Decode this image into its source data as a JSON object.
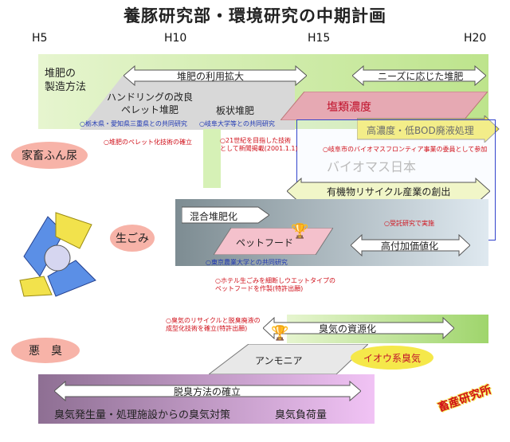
{
  "title": "養豚研究部・環境研究の中期計画",
  "timeline": [
    "H5",
    "H10",
    "H15",
    "H20"
  ],
  "categories": {
    "manure": "家畜ふん尿",
    "garbage": "生ごみ",
    "odor": "悪　臭"
  },
  "manure": {
    "method_label": "堆肥の\n製造方法",
    "arrow1": "堆肥の利用拡大",
    "arrow2": "ニーズに応じた堆肥",
    "pellet": "ハンドリングの改良\nペレット堆肥",
    "board": "板状堆肥",
    "collab1": "○栃木県・愛知県三重県との共同研究",
    "collab2": "○岐阜大学等との共同研究",
    "salt": "塩類濃度",
    "bod": "高濃度・低BOD廃液処理",
    "note1": "○堆肥のペレット化技術の確立",
    "note2": "○21世紀を目指した技術\nとして新聞掲載(2001.1.1)",
    "note3": "○岐阜市のバイオマスフロンティア事業の委員として参加",
    "biomass": "バイオマス日本",
    "recycle": "有機物リサイクル産業の創出"
  },
  "garbage": {
    "mixed": "混合堆肥化",
    "petfood": "ペットフード",
    "collab": "○東京農業大学との共同研究",
    "contract": "○受託研究で実施",
    "value": "高付加価値化",
    "note": "○ホテル生ごみを細断しウエットタイプの\nペットフードを作製(特許出願)"
  },
  "odor": {
    "note": "○臭気のリサイクルと脱臭廃液の\n成型化技術を確立(特許出願)",
    "resource": "臭気の資源化",
    "ammonia": "アンモニア",
    "sulfur": "イオウ系臭気",
    "method": "脱臭方法の確立",
    "measure": "臭気発生量・処理施設からの臭気対策",
    "load": "臭気負荷量"
  },
  "logo": "畜産研究所",
  "colors": {
    "green": "#bde48c",
    "salmon": "#f7b3a8",
    "yellow": "#f5e84a",
    "violet": "#d9a8e6"
  }
}
